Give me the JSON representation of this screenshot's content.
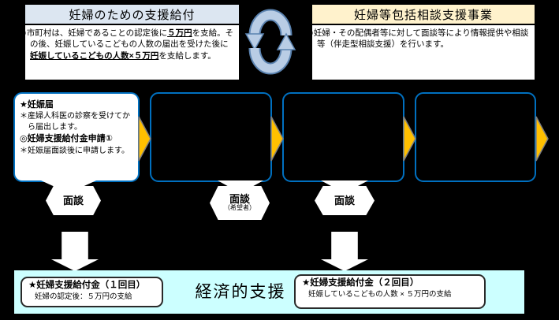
{
  "palette": {
    "page_bg": "#000000",
    "benefit_header_bg": "#dce6f1",
    "consult_header_bg": "#fff2cc",
    "flow_border_blue": "#0070c0",
    "arrow_yellow": "#ffc000",
    "band_cyan": "#ccffff",
    "cycle_fill": "#b9cde5",
    "cycle_stroke": "#5b83b0"
  },
  "benefit_box": {
    "title": "妊婦のための支援給付",
    "body_segments": [
      {
        "t": "○市町村は、妊婦であることの認定後に"
      },
      {
        "t": "５万円",
        "u": true
      },
      {
        "t": "を支給。その後、妊娠しているこどもの人数の届出を受けた後に"
      },
      {
        "t": "妊娠しているこどもの人数×５万円",
        "u": true
      },
      {
        "t": "を支給します。"
      }
    ]
  },
  "consult_box": {
    "title": "妊婦等包括相談支援事業",
    "body": "○妊婦・その配偶者等に対して面談等により情報提供や相談等（伴走型相談支援）を行います。"
  },
  "flow_step1": {
    "lines": [
      {
        "t": "★妊娠届",
        "b": true
      },
      {
        "t": "＊産婦人科医の診察を受けてから届出します。"
      },
      {
        "t": "◎妊婦支援給付金申請①",
        "b": true
      },
      {
        "t": "＊妊娠届面談後に申請します。"
      }
    ]
  },
  "interviews": [
    {
      "label": "面談",
      "note": ""
    },
    {
      "label": "面談",
      "note": "（希望者）"
    },
    {
      "label": "面談",
      "note": ""
    }
  ],
  "economic_band": {
    "title": "経済的支援",
    "first_payment": {
      "title": "★妊婦支援給付金（１回目）",
      "desc": "妊婦の認定後：５万円の支給"
    },
    "second_payment": {
      "title": "★妊婦支援給付金（２回目）",
      "desc": "妊娠しているこどもの人数 × ５万円の支給"
    }
  }
}
